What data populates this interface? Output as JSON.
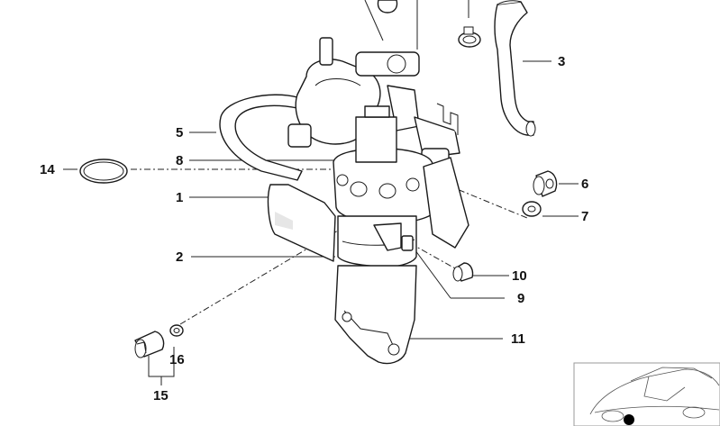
{
  "diagram": {
    "callouts": [
      "1",
      "2",
      "3",
      "5",
      "6",
      "7",
      "8",
      "9",
      "10",
      "11",
      "14",
      "15",
      "16"
    ]
  },
  "colors": {
    "line": "#222222",
    "background": "#ffffff",
    "marker": "#000000"
  }
}
